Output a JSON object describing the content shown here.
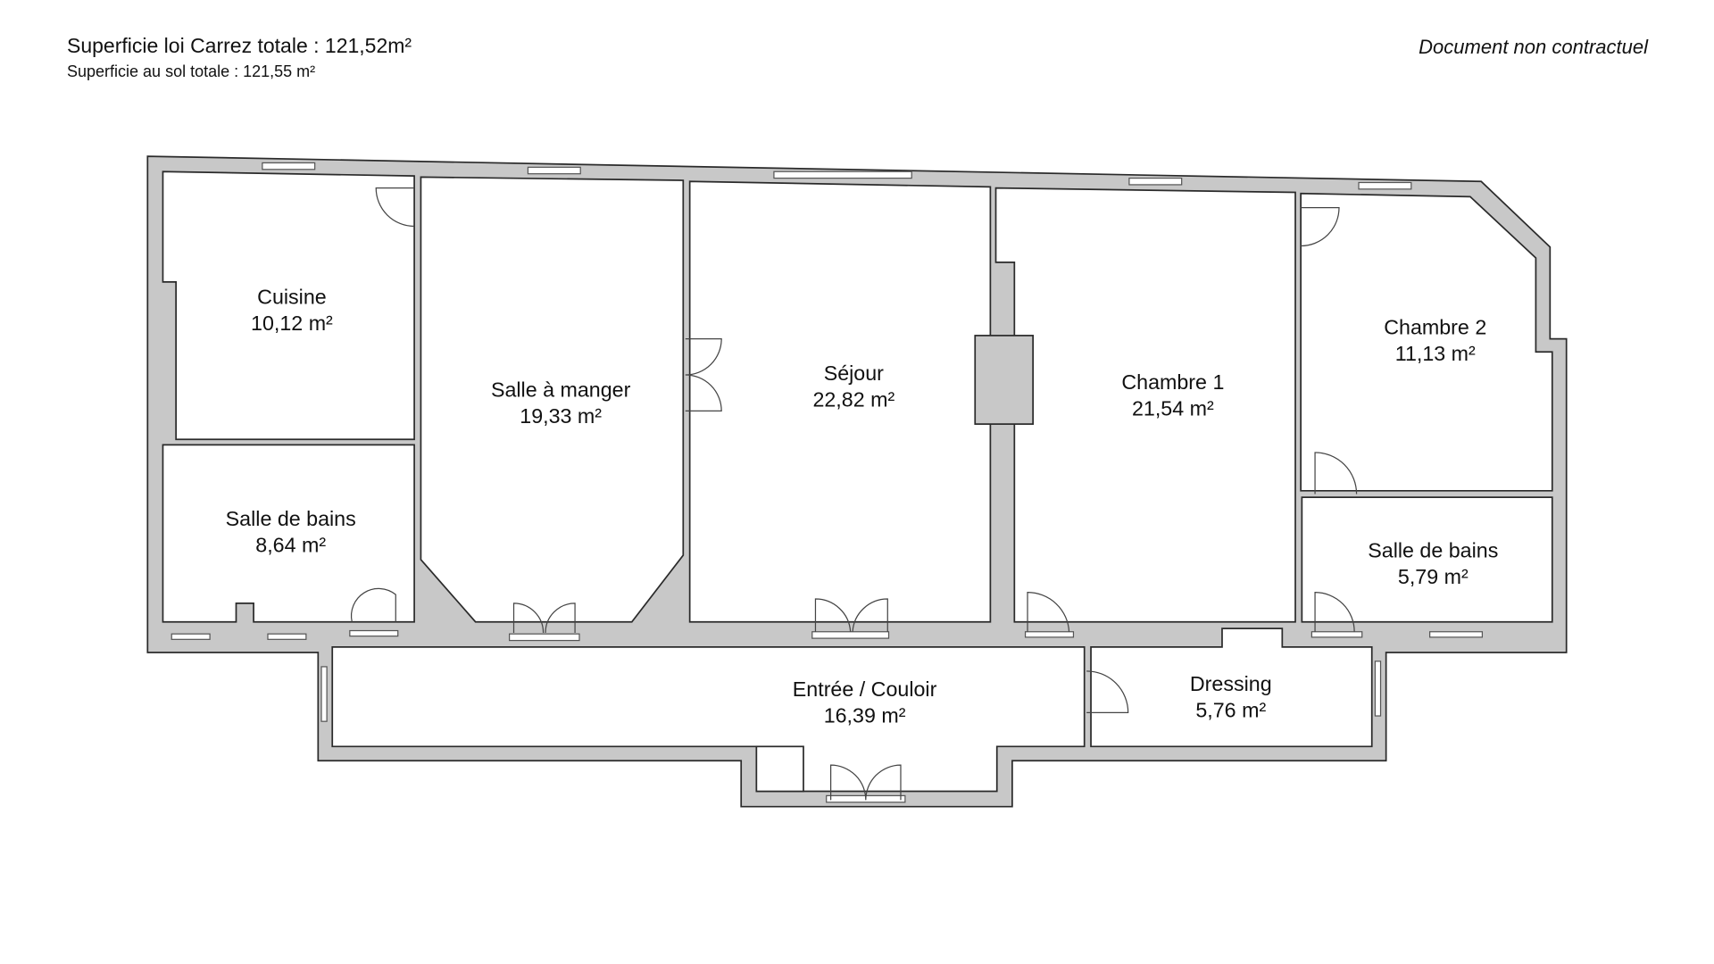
{
  "header": {
    "carrez_total": "Superficie loi Carrez totale :  121,52m²",
    "sol_total": "Superficie au sol totale : 121,55 m²",
    "disclaimer": "Document non contractuel"
  },
  "rooms": [
    {
      "name": "Cuisine",
      "area": "10,12 m²"
    },
    {
      "name": "Salle de bains",
      "area": "8,64 m²"
    },
    {
      "name": "Salle à manger",
      "area": "19,33 m²"
    },
    {
      "name": "Séjour",
      "area": "22,82 m²"
    },
    {
      "name": "Chambre 1",
      "area": "21,54 m²"
    },
    {
      "name": "Chambre 2",
      "area": "11,13 m²"
    },
    {
      "name": "Salle de bains",
      "area": "5,79 m²"
    },
    {
      "name": "Entrée / Couloir",
      "area": "16,39 m²"
    },
    {
      "name": "Dressing",
      "area": "5,76 m²"
    }
  ],
  "colors": {
    "wall": "#c8c8c8",
    "outline": "#2a2a2a"
  }
}
